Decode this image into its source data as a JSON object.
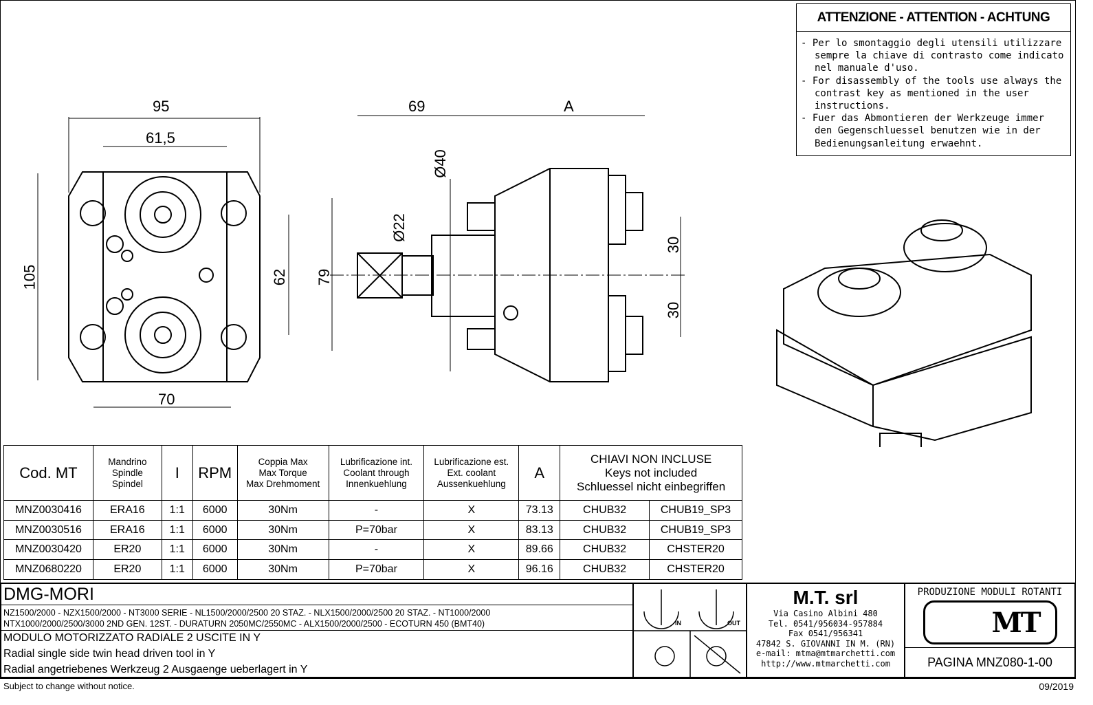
{
  "warning": {
    "title": "ATTENZIONE - ATTENTION - ACHTUNG",
    "items": [
      "- Per lo smontaggio degli utensili utilizzare sempre la chiave di contrasto come indicato nel manuale d'uso.",
      "- For disassembly of the tools use always the contrast key as mentioned in the user instructions.",
      "- Fuer das Abmontieren der Werkzeuge immer den Gegenschluessel benutzen wie in der Bedienungsanleitung erwaehnt."
    ]
  },
  "dims": {
    "w95": "95",
    "w61": "61,5",
    "h105": "105",
    "h62": "62",
    "w70": "70",
    "l69": "69",
    "a": "A",
    "d40": "Ø40",
    "d22": "Ø22",
    "h79": "79",
    "s30a": "30",
    "s30b": "30"
  },
  "table": {
    "headers": [
      "Cod. MT",
      "Mandrino\nSpindle\nSpindel",
      "I",
      "RPM",
      "Coppia Max\nMax Torque\nMax Drehmoment",
      "Lubrificazione int.\nCoolant through\nInnenkuehlung",
      "Lubrificazione est.\nExt. coolant\nAussenkuehlung",
      "A",
      "CHIAVI NON INCLUSE\nKeys not included\nSchluessel nicht einbegriffen"
    ],
    "rows": [
      [
        "MNZ0030416",
        "ERA16",
        "1:1",
        "6000",
        "30Nm",
        "-",
        "X",
        "73.13",
        "CHUB32",
        "CHUB19_SP3"
      ],
      [
        "MNZ0030516",
        "ERA16",
        "1:1",
        "6000",
        "30Nm",
        "P=70bar",
        "X",
        "83.13",
        "CHUB32",
        "CHUB19_SP3"
      ],
      [
        "MNZ0030420",
        "ER20",
        "1:1",
        "6000",
        "30Nm",
        "-",
        "X",
        "89.66",
        "CHUB32",
        "CHSTER20"
      ],
      [
        "MNZ0680220",
        "ER20",
        "1:1",
        "6000",
        "30Nm",
        "P=70bar",
        "X",
        "96.16",
        "CHUB32",
        "CHSTER20"
      ]
    ]
  },
  "title": {
    "brand": "DMG-MORI",
    "machines1": "NZ1500/2000 - NZX1500/2000 - NT3000 SERIE - NL1500/2000/2500 20 STAZ. - NLX1500/2000/2500 20 STAZ. - NT1000/2000",
    "machines2": "NTX1000/2000/2500/3000 2ND GEN. 12ST. - DURATURN 2050MC/2550MC - ALX1500/2000/2500 - ECOTURN 450 (BMT40)",
    "desc_it": "MODULO MOTORIZZATO RADIALE 2 USCITE IN Y",
    "desc_en": "Radial single side twin head driven tool in Y",
    "desc_de": "Radial angetriebenes Werkzeug 2 Ausgaenge ueberlagert in Y",
    "in": "IN",
    "out": "OUT"
  },
  "company": {
    "name": "M.T. srl",
    "lines": [
      "Via Casino Albini 480",
      "Tel. 0541/956034-957884",
      "Fax 0541/956341",
      "47842 S. GIOVANNI IN M. (RN)",
      "e-mail: mtma@mtmarchetti.com",
      "http://www.mtmarchetti.com"
    ]
  },
  "logo": {
    "heading": "PRODUZIONE MODULI ROTANTI",
    "mark": "MT",
    "page": "PAGINA MNZ080-1-00"
  },
  "footer": {
    "notice": "Subject to change without notice.",
    "date": "09/2019"
  }
}
